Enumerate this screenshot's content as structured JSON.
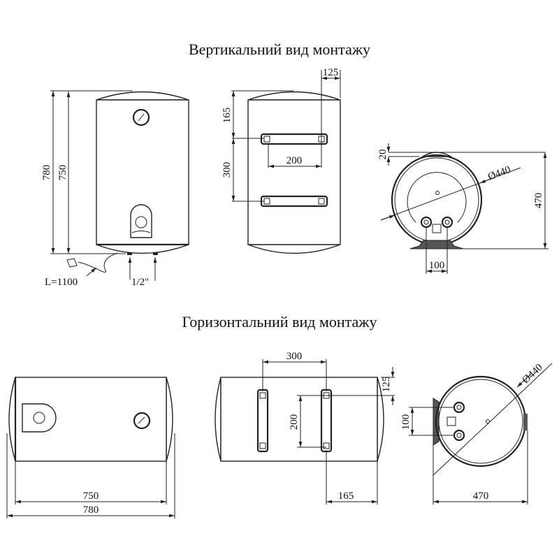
{
  "titles": {
    "vertical": "Вертикальний вид монтажу",
    "horizontal": "Горизонтальний вид монтажу"
  },
  "vertical_front": {
    "height_total": "780",
    "height_body": "750",
    "cable": "L=1100",
    "pipe": "1/2\""
  },
  "vertical_back": {
    "top_offset": "165",
    "bracket_spacing": "300",
    "bracket_width": "200",
    "depth_offset": "125"
  },
  "vertical_side": {
    "top": "20",
    "diameter": "Ø440",
    "height": "470",
    "pipe_spacing": "100"
  },
  "horizontal_front": {
    "length_body": "750",
    "length_total": "780"
  },
  "horizontal_back": {
    "bracket_spacing": "300",
    "depth_offset": "125",
    "bracket_width": "200",
    "end_offset": "165"
  },
  "horizontal_side": {
    "diameter": "Ø440",
    "pipe_spacing": "100",
    "width": "470"
  }
}
